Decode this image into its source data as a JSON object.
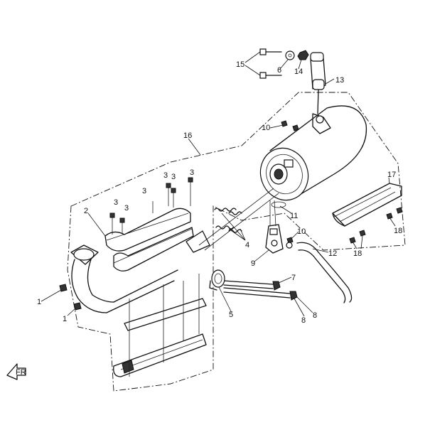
{
  "diagram": {
    "part_numbers": [
      "1",
      "1",
      "2",
      "3",
      "3",
      "3",
      "3",
      "3",
      "3",
      "4",
      "5",
      "6",
      "7",
      "8",
      "8",
      "9",
      "10",
      "10",
      "11",
      "12",
      "13",
      "14",
      "15",
      "16",
      "17",
      "18",
      "18"
    ],
    "orientation_label": "FR"
  }
}
